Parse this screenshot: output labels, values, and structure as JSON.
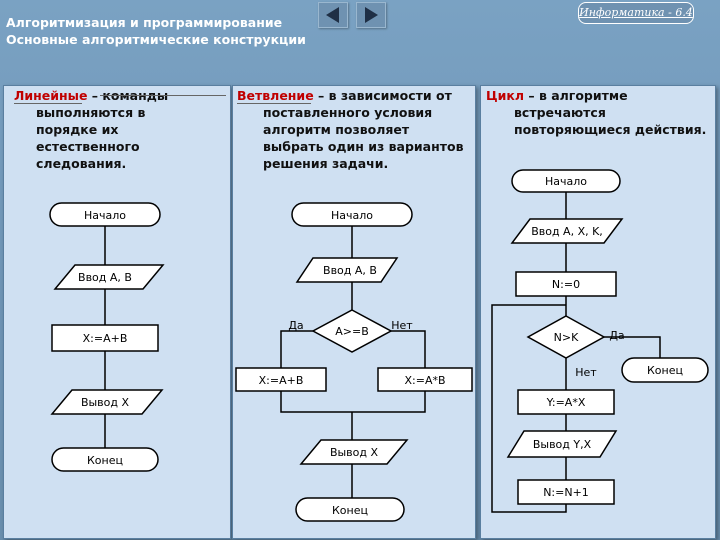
{
  "header": {
    "title_line1": "Алгоритмизация и программирование",
    "title_line2": "Основные алгоритмические конструкции",
    "info_link": "Информатика - 6.4",
    "nav": {
      "back_icon": "triangle-left-icon",
      "forward_icon": "triangle-right-icon"
    }
  },
  "linear": {
    "term": "Линейные",
    "rest_line1": " – команды",
    "lines": [
      "выполняются в",
      "порядке их",
      "естественного",
      "следования."
    ],
    "flow": {
      "start": "Начало",
      "input": "Ввод A, B",
      "process": "X:=A+B",
      "output": "Вывод X",
      "end": "Конец"
    }
  },
  "branch": {
    "term": "Ветвление",
    "rest_line1": " – в зависимости от",
    "lines": [
      "поставленного условия",
      "алгоритм позволяет",
      "выбрать один из вариантов",
      "решения задачи."
    ],
    "flow": {
      "start": "Начало",
      "input": "Ввод A, B",
      "condition": "A>=B",
      "yes": "Да",
      "no": "Нет",
      "yes_action": "X:=A+B",
      "no_action": "X:=A*B",
      "output": "Вывод X",
      "end": "Конец"
    }
  },
  "loop": {
    "term": "Цикл",
    "rest_line1": " – в алгоритме",
    "lines": [
      "встречаются",
      "повторяющиеся действия."
    ],
    "flow": {
      "start": "Начало",
      "input": "Ввод A, X, K,",
      "init": "N:=0",
      "condition": "N>K",
      "yes": "Да",
      "no": "Нет",
      "end": "Конец",
      "body1": "Y:=A*X",
      "output": "Вывод Y,X",
      "increment": "N:=N+1"
    }
  },
  "colors": {
    "background": "#7aa2c3",
    "panel": "#cfe0f2",
    "term": "#c00000",
    "shape_fill": "#ffffff"
  }
}
